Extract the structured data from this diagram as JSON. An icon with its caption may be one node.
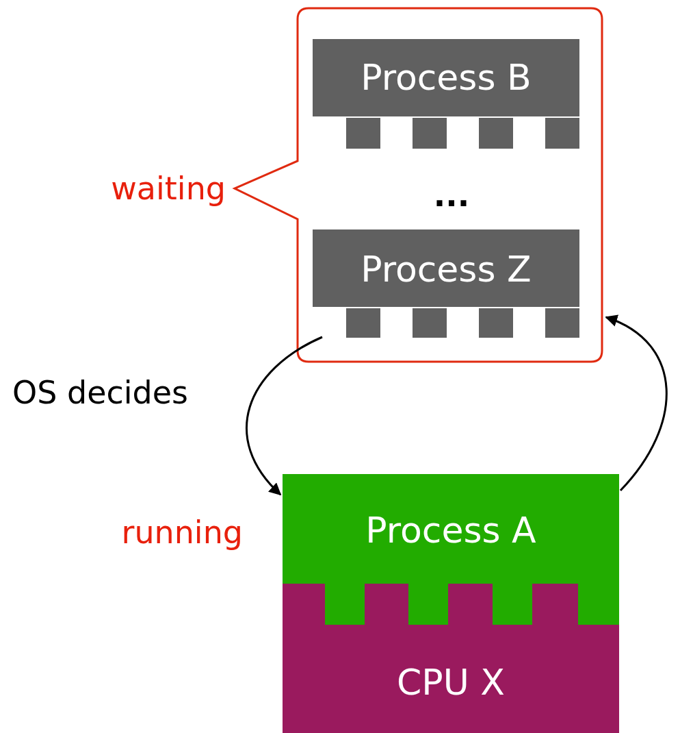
{
  "diagram": {
    "nodes": [
      {
        "text": [],
        "shape": "callout",
        "beside": [
          "waiting"
        ]
      },
      {
        "text": [
          "Process B"
        ],
        "in": 0
      },
      {
        "text": [
          "Process Z"
        ],
        "in": 0
      },
      {
        "text": [
          "Process A"
        ],
        "beside": [
          "running"
        ]
      },
      {
        "text": [
          "CPU X"
        ]
      }
    ],
    "edges": [
      {
        "from": 2,
        "to": 3,
        "arrow": "to",
        "label": "OS decides"
      },
      {
        "from": 3,
        "to": 0,
        "arrow": "to"
      }
    ],
    "labels": [
      "..."
    ]
  }
}
